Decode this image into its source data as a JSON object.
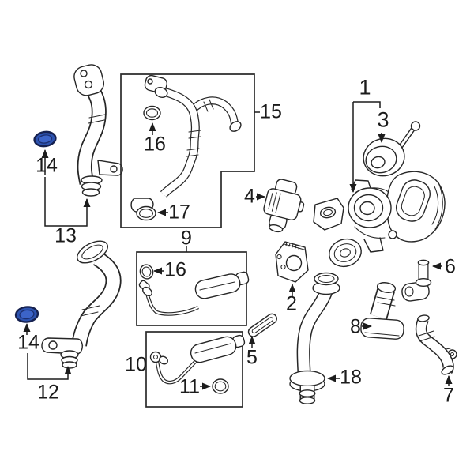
{
  "diagram": {
    "background_color": "#ffffff",
    "line_color": "#262626",
    "highlight_color": "#2d53b0",
    "highlight_inner_color": "#3c64c8",
    "highlighted_part_label": "14"
  },
  "labels": {
    "l1": "1",
    "l2": "2",
    "l3": "3",
    "l4": "4",
    "l5": "5",
    "l6": "6",
    "l7": "7",
    "l8": "8",
    "l9": "9",
    "l10": "10",
    "l11": "11",
    "l12": "12",
    "l13": "13",
    "l14a": "14",
    "l14b": "14",
    "l15": "15",
    "l16a": "16",
    "l16b": "16",
    "l17": "17",
    "l18": "18"
  }
}
